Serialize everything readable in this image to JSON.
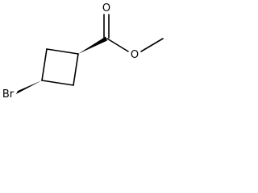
{
  "molecule": {
    "atoms": {
      "carbonyl_oxygen": "O",
      "ester_oxygen": "O",
      "bromine": "Br"
    }
  }
}
